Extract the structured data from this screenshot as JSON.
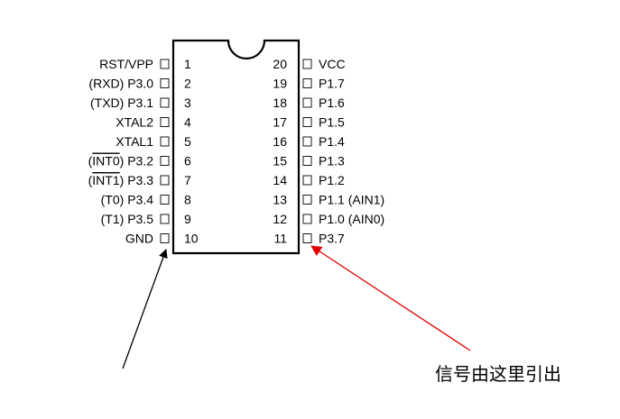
{
  "chip": {
    "left_pins": [
      {
        "num": "1",
        "label": "RST/VPP"
      },
      {
        "num": "2",
        "label": "(RXD) P3.0"
      },
      {
        "num": "3",
        "label": "(TXD) P3.1"
      },
      {
        "num": "4",
        "label": "XTAL2"
      },
      {
        "num": "5",
        "label": "XTAL1"
      },
      {
        "num": "6",
        "label": "(INT0) P3.2",
        "overline": "INT0"
      },
      {
        "num": "7",
        "label": "(INT1) P3.3",
        "overline": "INT1"
      },
      {
        "num": "8",
        "label": "(T0) P3.4"
      },
      {
        "num": "9",
        "label": "(T1) P3.5"
      },
      {
        "num": "10",
        "label": "GND"
      }
    ],
    "right_pins": [
      {
        "num": "20",
        "label": "VCC"
      },
      {
        "num": "19",
        "label": "P1.7"
      },
      {
        "num": "18",
        "label": "P1.6"
      },
      {
        "num": "17",
        "label": "P1.5"
      },
      {
        "num": "16",
        "label": "P1.4"
      },
      {
        "num": "15",
        "label": "P1.3"
      },
      {
        "num": "14",
        "label": "P1.2"
      },
      {
        "num": "13",
        "label": "P1.1 (AIN1)"
      },
      {
        "num": "12",
        "label": "P1.0 (AIN0)"
      },
      {
        "num": "11",
        "label": "P3.7"
      }
    ]
  },
  "annotation": {
    "text": "信号由这里引出"
  },
  "colors": {
    "outline": "#000000",
    "annotation_arrow": "#e00000",
    "gnd_arrow": "#000000"
  }
}
